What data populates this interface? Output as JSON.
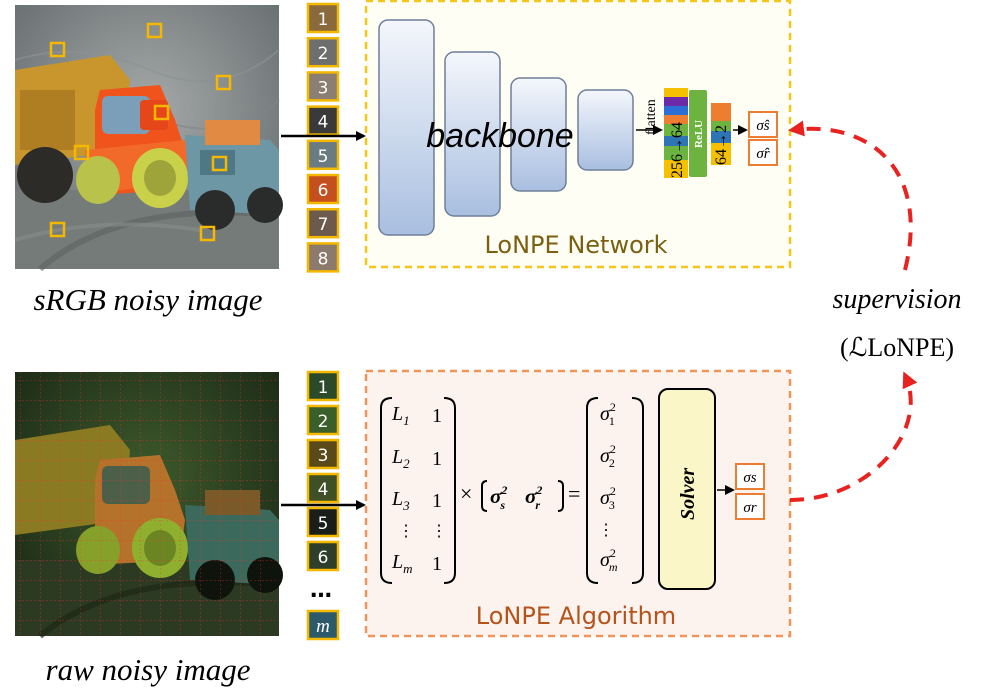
{
  "top": {
    "image_label": "sRGB noisy image",
    "patch_numbers": [
      "1",
      "2",
      "3",
      "4",
      "5",
      "6",
      "7",
      "8"
    ],
    "network": {
      "title": "LoNPE Network",
      "backbone_label": "backbone",
      "flatten_label": "flatten",
      "fc1_label": "256→64",
      "relu_label": "ReLU",
      "fc2_label": "64→2",
      "outputs": [
        "σ̂s",
        "σ̂r"
      ]
    }
  },
  "bottom": {
    "image_label": "raw noisy image",
    "patch_numbers": [
      "1",
      "2",
      "3",
      "4",
      "5",
      "6"
    ],
    "ellipsis": "…",
    "last_patch": "m",
    "algorithm": {
      "title": "LoNPE Algorithm",
      "solver_label": "Solver",
      "outputs": [
        "σs",
        "σr"
      ]
    }
  },
  "supervision": {
    "label": "supervision",
    "loss": "(ℒLoNPE)"
  },
  "colors": {
    "network_border": "#f5c518",
    "network_fill": "#fffef5",
    "network_title": "#7a6010",
    "algorithm_border": "#f0955a",
    "algorithm_fill": "#fdf3ee",
    "algorithm_title": "#b5531b",
    "solver_fill": "#fbf6c8",
    "supervision_arrow": "#e8231f",
    "output_box": "#ed7d31",
    "patch_border": "#f5b800"
  }
}
